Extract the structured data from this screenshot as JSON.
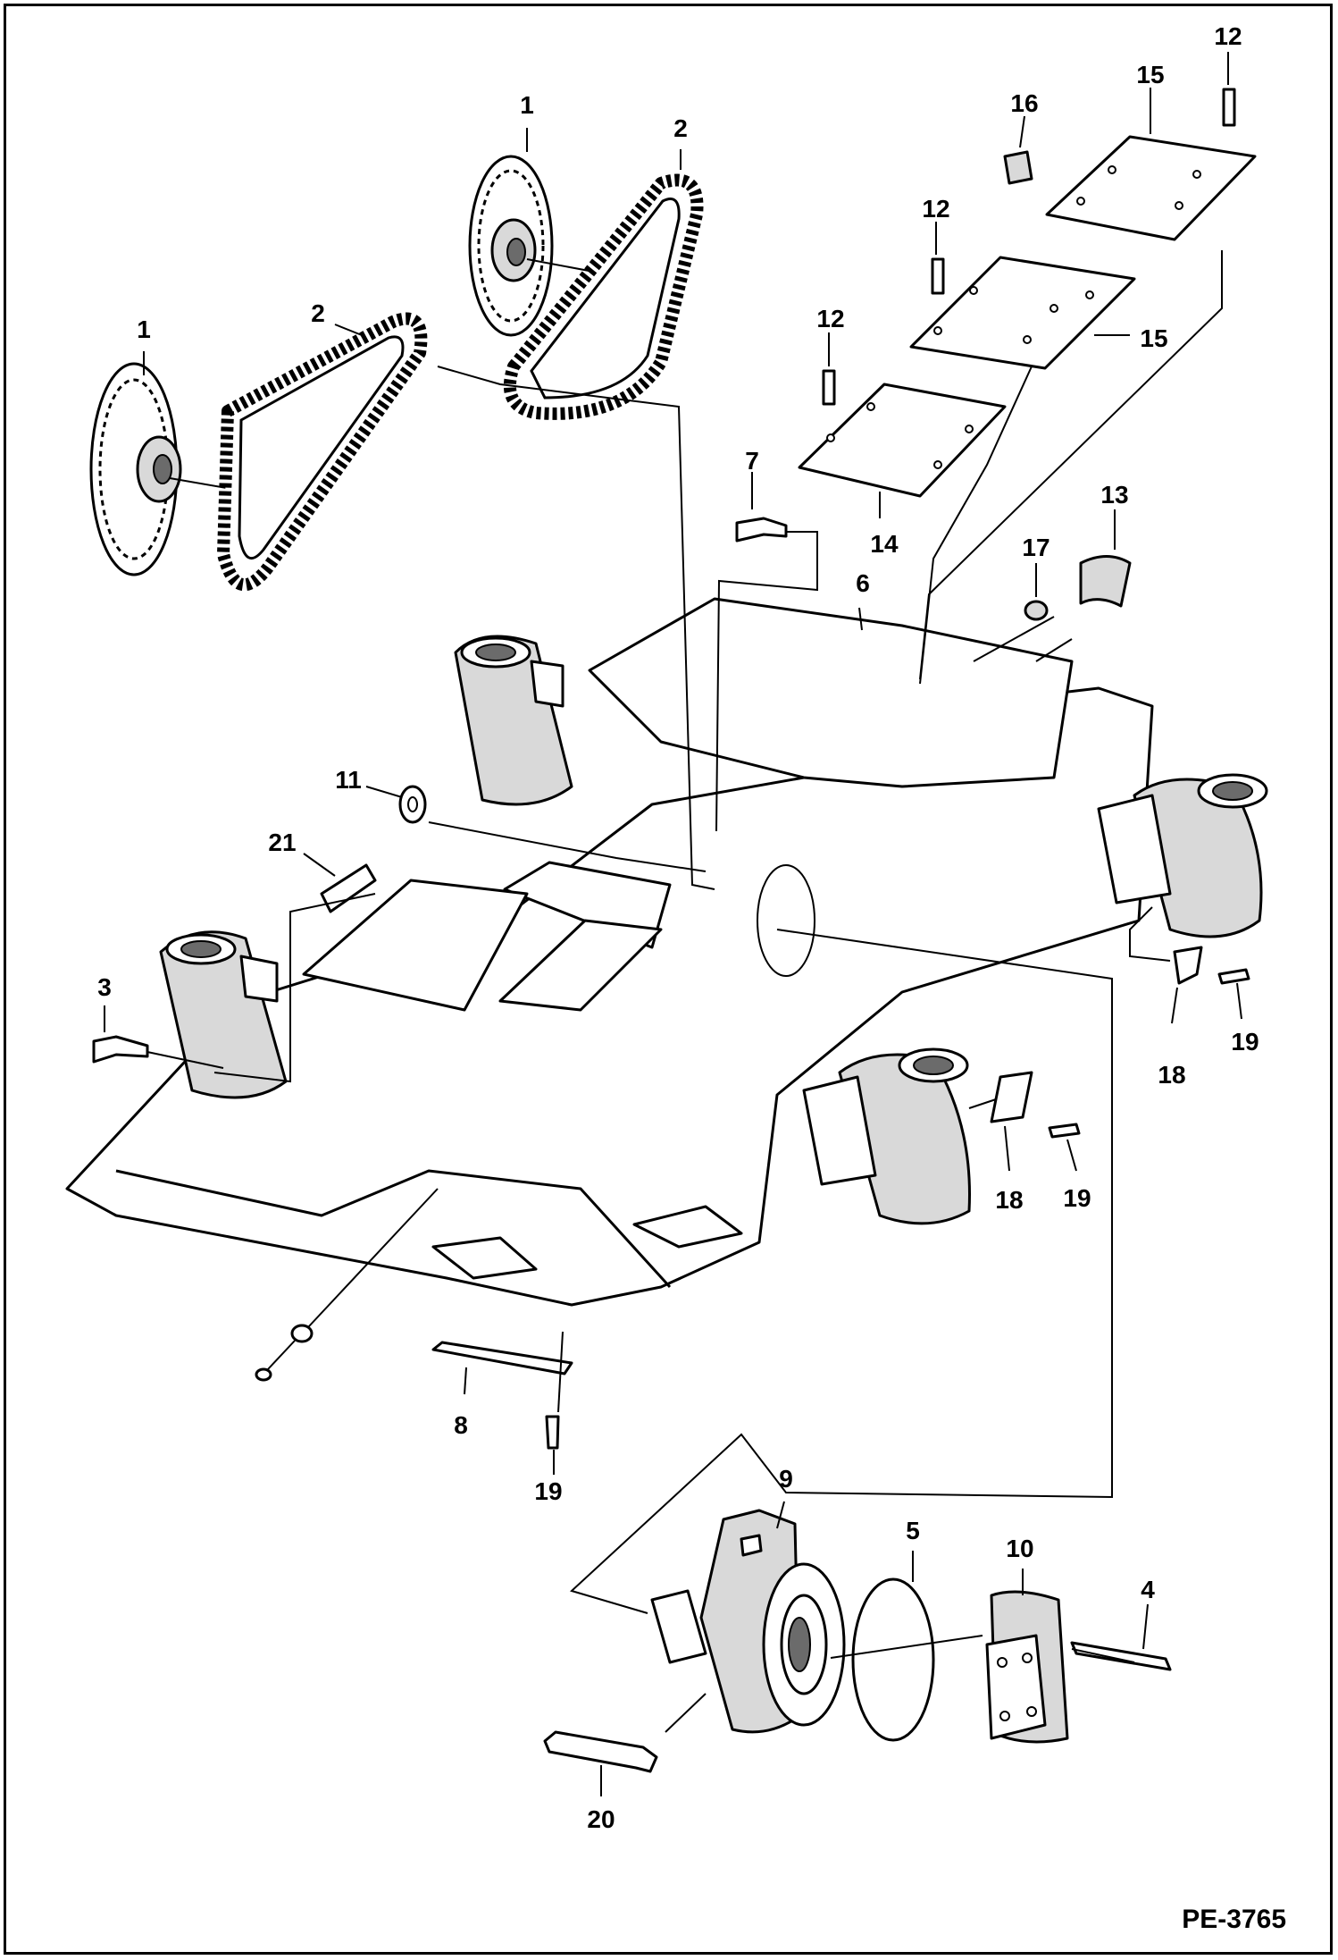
{
  "document": {
    "reference": "PE-3765"
  },
  "callouts": [
    {
      "id": "c1a",
      "label": "1"
    },
    {
      "id": "c1b",
      "label": "1"
    },
    {
      "id": "c2a",
      "label": "2"
    },
    {
      "id": "c2b",
      "label": "2"
    },
    {
      "id": "c3",
      "label": "3"
    },
    {
      "id": "c4",
      "label": "4"
    },
    {
      "id": "c5",
      "label": "5"
    },
    {
      "id": "c6",
      "label": "6"
    },
    {
      "id": "c7",
      "label": "7"
    },
    {
      "id": "c8",
      "label": "8"
    },
    {
      "id": "c9",
      "label": "9"
    },
    {
      "id": "c10",
      "label": "10"
    },
    {
      "id": "c11",
      "label": "11"
    },
    {
      "id": "c12a",
      "label": "12"
    },
    {
      "id": "c12b",
      "label": "12"
    },
    {
      "id": "c12c",
      "label": "12"
    },
    {
      "id": "c13",
      "label": "13"
    },
    {
      "id": "c14",
      "label": "14"
    },
    {
      "id": "c15a",
      "label": "15"
    },
    {
      "id": "c15b",
      "label": "15"
    },
    {
      "id": "c16",
      "label": "16"
    },
    {
      "id": "c17",
      "label": "17"
    },
    {
      "id": "c18a",
      "label": "18"
    },
    {
      "id": "c18b",
      "label": "18"
    },
    {
      "id": "c19a",
      "label": "19"
    },
    {
      "id": "c19b",
      "label": "19"
    },
    {
      "id": "c19c",
      "label": "19"
    },
    {
      "id": "c20",
      "label": "20"
    },
    {
      "id": "c21",
      "label": "21"
    }
  ]
}
